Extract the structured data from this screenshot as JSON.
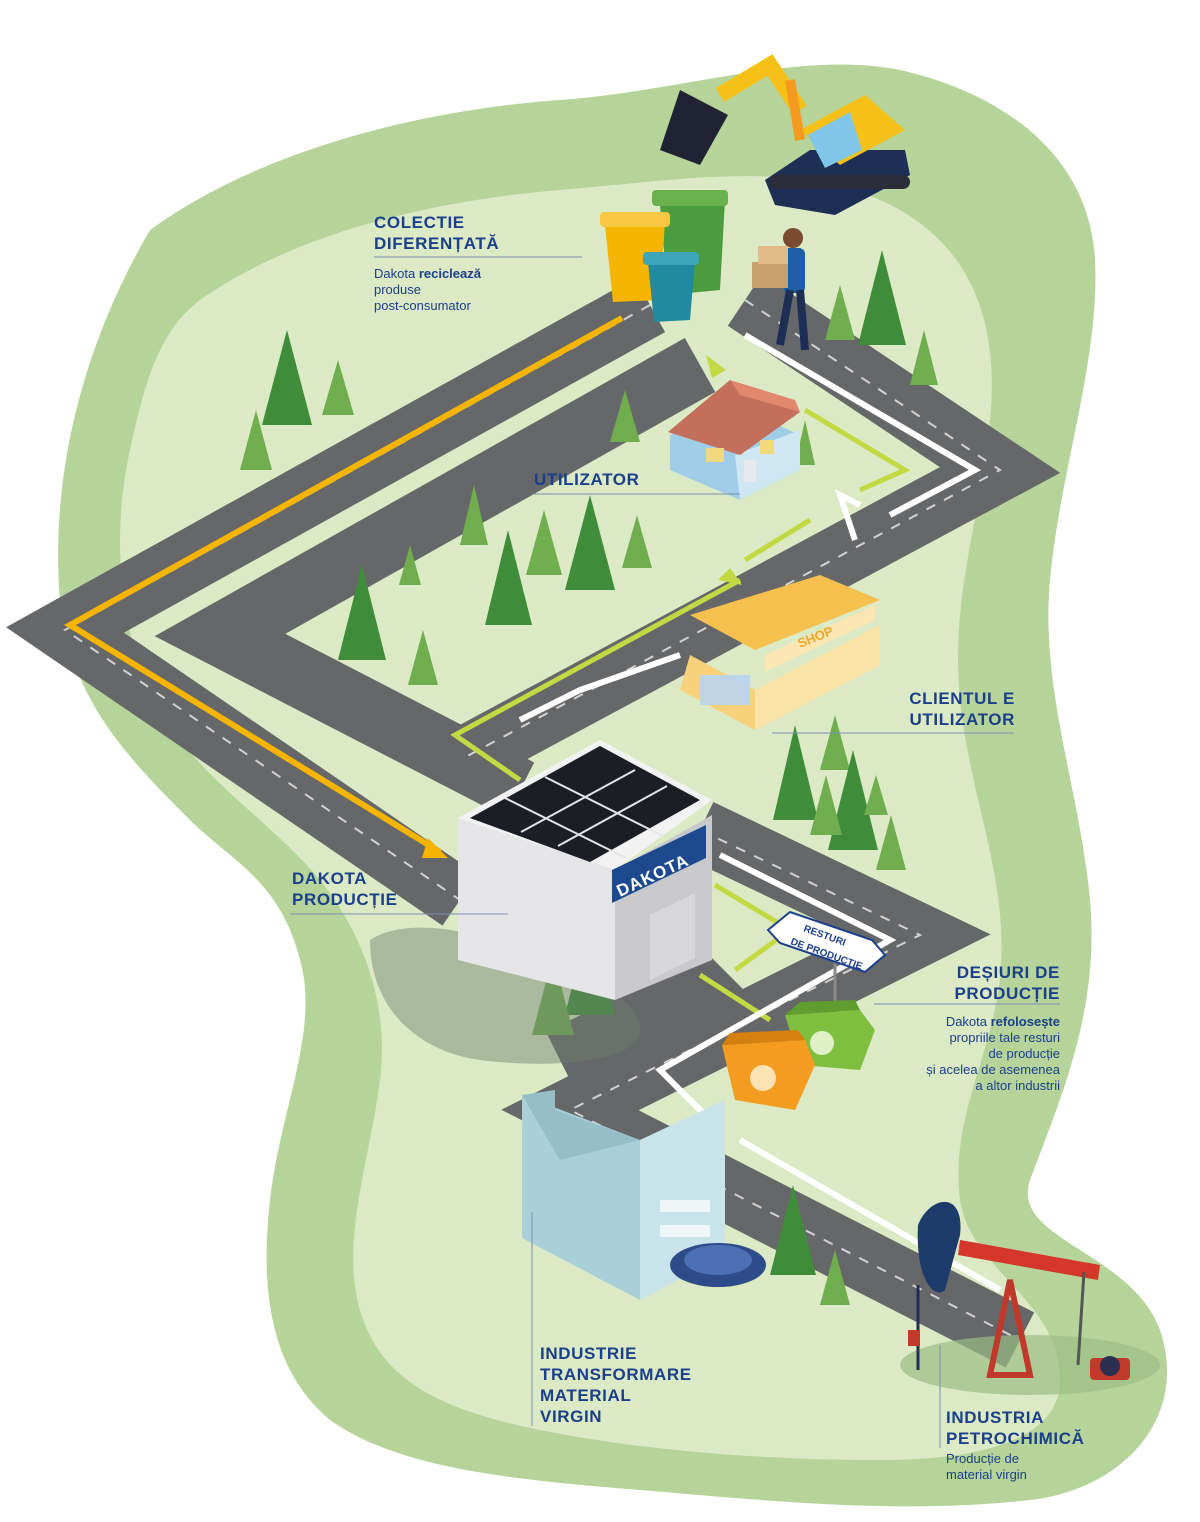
{
  "labels": {
    "colectie": {
      "title_line1": "COLECTIE",
      "title_line2": "DIFERENȚATĂ",
      "desc_pre": "Dakota ",
      "desc_bold": "reciclează",
      "desc_line2": "produse",
      "desc_line3": "post-consumator"
    },
    "utilizator": {
      "title": "UTILIZATOR"
    },
    "clientul": {
      "title_line1": "CLIENTUL E",
      "title_line2": "UTILIZATOR"
    },
    "dakota_productie": {
      "title_line1": "DAKOTA",
      "title_line2": "PRODUCȚIE"
    },
    "deseuri": {
      "title_line1": "DEȘIURI DE",
      "title_line2": "PRODUCȚIE",
      "desc_pre": "Dakota ",
      "desc_bold": "refolosește",
      "desc_line2": "propriile tale resturi",
      "desc_line3": "de producție",
      "desc_line4": "și acelea de asemenea",
      "desc_line5": "a altor industrii"
    },
    "industrie_transformare": {
      "line1": "INDUSTRIE",
      "line2": "TRANSFORMARE",
      "line3": "MATERIAL",
      "line4": "VIRGIN"
    },
    "petrochimica": {
      "title_line1": "INDUSTRIA",
      "title_line2": "PETROCHIMICĂ",
      "desc_line1": "Producție de",
      "desc_line2": "material virgin"
    }
  },
  "signs": {
    "factory_brand": "DAKOTA",
    "shop": "SHOP",
    "resturi_line1": "RESTURI",
    "resturi_line2": "DE PRODUCȚIE"
  },
  "colors": {
    "land_outer": "#b6d49a",
    "land_inner": "#dbe9c4",
    "road": "#666769",
    "orange_path": "#f5b400",
    "lime_path": "#c3d943",
    "white_path": "#ffffff",
    "tree_dark": "#3f8c3a",
    "tree_light": "#6fad4f",
    "text_blue": "#1b3f8b"
  }
}
